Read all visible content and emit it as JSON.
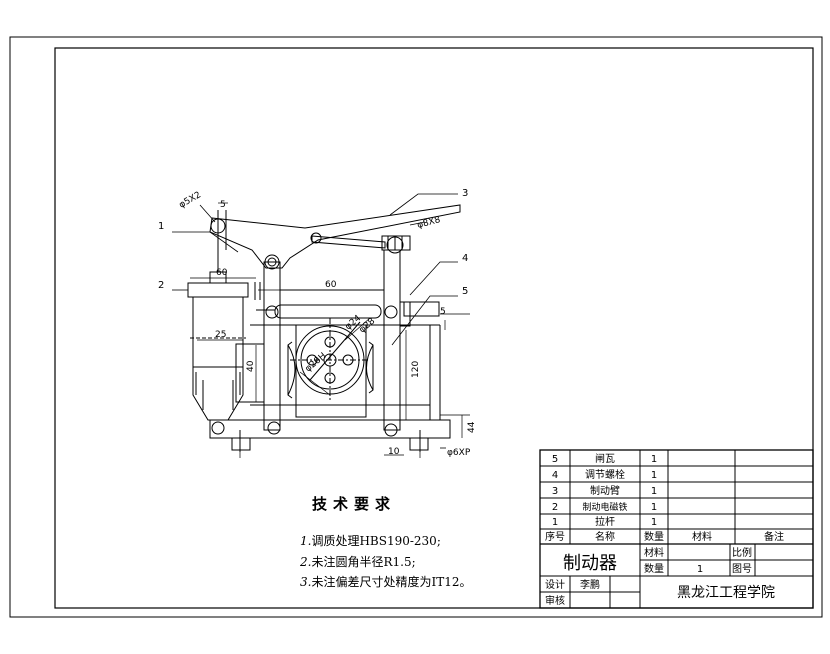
{
  "drawing": {
    "dimensions": {
      "d1": "5",
      "d2": "φ5X2",
      "d3": "60",
      "d4": "60",
      "d5": "25",
      "d6": "40",
      "d7": "φ20H",
      "d8": "φ24",
      "d9": "φ28",
      "d10": "φ8X8",
      "d11": "120",
      "d12": "10",
      "d13": "φ6XP",
      "d14": "5",
      "d15": "44"
    },
    "leaders": [
      "1",
      "2",
      "3",
      "4",
      "5"
    ]
  },
  "requirements": {
    "title": "技术要求",
    "items": [
      {
        "num": "1.",
        "text": "调质处理HBS190-230;"
      },
      {
        "num": "2.",
        "text": "未注圆角半径R1.5;"
      },
      {
        "num": "3.",
        "text": "未注偏差尺寸处精度为IT12。"
      }
    ]
  },
  "parts_list": {
    "rows": [
      {
        "no": "5",
        "name": "闸瓦",
        "qty": "1"
      },
      {
        "no": "4",
        "name": "调节螺栓",
        "qty": "1"
      },
      {
        "no": "3",
        "name": "制动臂",
        "qty": "1"
      },
      {
        "no": "2",
        "name": "制动电磁铁",
        "qty": "1"
      },
      {
        "no": "1",
        "name": "拉杆",
        "qty": "1"
      }
    ],
    "headers": {
      "no": "序号",
      "name": "名称",
      "qty": "数量",
      "material": "材料",
      "remark": "备注"
    }
  },
  "title_block": {
    "title": "制动器",
    "material_label": "材料",
    "qty_label": "数量",
    "qty_value": "1",
    "scale_label": "比例",
    "drawing_no_label": "图号",
    "design_label": "设计",
    "designer": "李鹏",
    "review_label": "审核",
    "school": "黑龙江工程学院"
  }
}
